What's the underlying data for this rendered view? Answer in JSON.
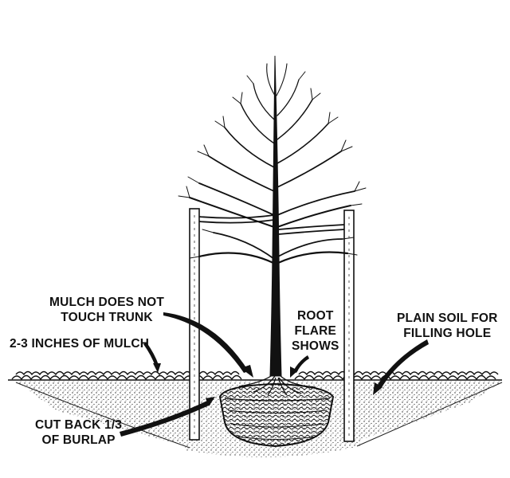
{
  "labels": {
    "mulch_not_touch": [
      "MULCH DOES NOT",
      "TOUCH TRUNK"
    ],
    "root_flare": [
      "ROOT",
      "FLARE",
      "SHOWS"
    ],
    "plain_soil": [
      "PLAIN SOIL FOR",
      "FILLING HOLE"
    ],
    "mulch_depth": [
      "2-3 INCHES OF MULCH"
    ],
    "burlap": [
      "CUT BACK 1/3",
      "OF BURLAP"
    ]
  },
  "colors": {
    "ink": "#111111",
    "paper": "#ffffff"
  }
}
